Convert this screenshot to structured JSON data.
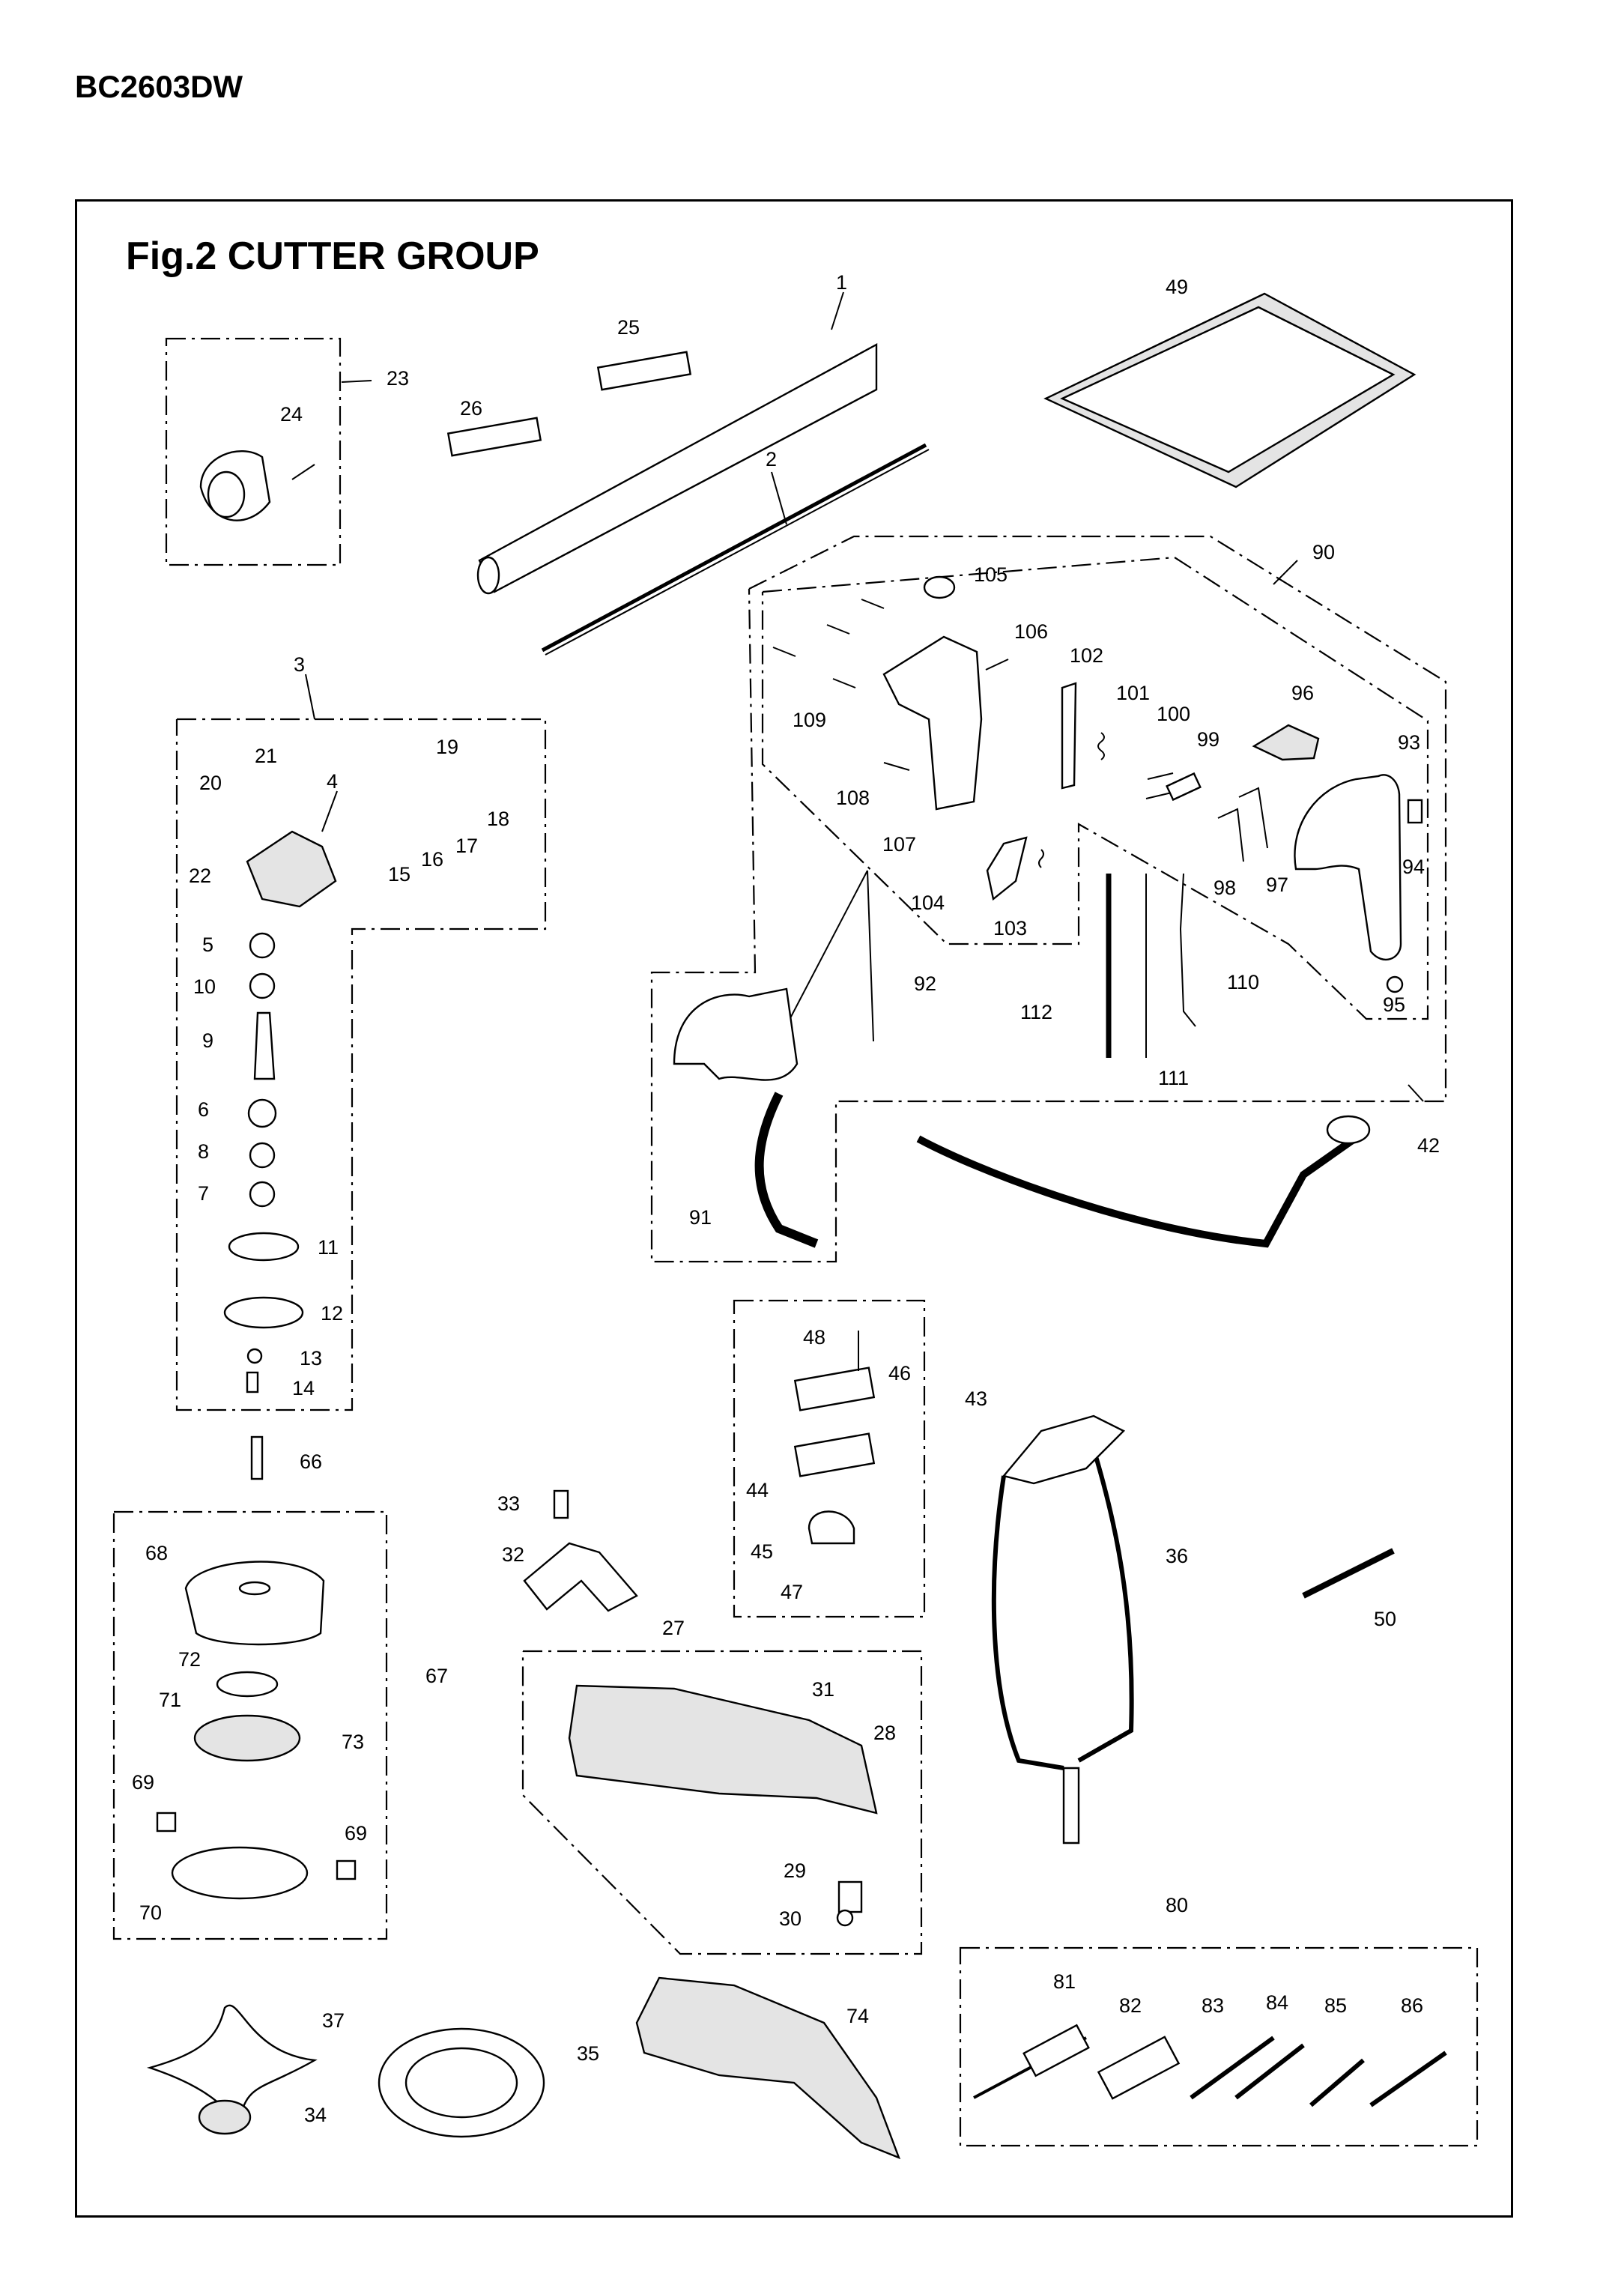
{
  "model": "BC2603DW",
  "figure_title": "Fig.2  CUTTER GROUP",
  "callouts": [
    "1",
    "2",
    "3",
    "4",
    "5",
    "6",
    "7",
    "8",
    "9",
    "10",
    "11",
    "12",
    "13",
    "14",
    "15",
    "16",
    "17",
    "18",
    "19",
    "20",
    "21",
    "22",
    "23",
    "24",
    "25",
    "26",
    "27",
    "28",
    "29",
    "30",
    "31",
    "32",
    "33",
    "34",
    "35",
    "36",
    "37",
    "42",
    "43",
    "44",
    "45",
    "46",
    "47",
    "48",
    "49",
    "50",
    "66",
    "67",
    "68",
    "69",
    "69",
    "70",
    "71",
    "72",
    "73",
    "74",
    "80",
    "81",
    "82",
    "83",
    "84",
    "85",
    "86",
    "90",
    "91",
    "92",
    "93",
    "94",
    "95",
    "96",
    "97",
    "98",
    "99",
    "100",
    "101",
    "102",
    "103",
    "104",
    "105",
    "106",
    "107",
    "108",
    "109",
    "110",
    "111",
    "112"
  ]
}
